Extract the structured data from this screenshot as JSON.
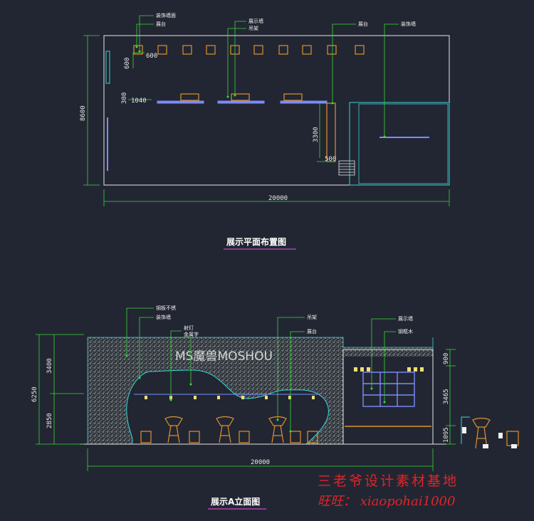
{
  "plan": {
    "title": "展示平面布置图",
    "labels": {
      "l1": "装饰墙面",
      "l2": "展台",
      "l3": "展示墙",
      "l4": "吊架",
      "l5": "展台",
      "l6": "装饰墙"
    },
    "dims": {
      "d600a": "600",
      "d600b": "600",
      "d300": "300",
      "d1040": "1040",
      "d8600": "8600",
      "d3300": "3300",
      "d500": "500",
      "d20000": "20000"
    }
  },
  "elevation": {
    "title": "展示A立面图",
    "brand_text": "MS魔兽MOSHOU",
    "labels": {
      "e1": "钢板不锈",
      "e2": "装饰墙",
      "e3": "射灯",
      "e4": "金属字",
      "e5": "吊架",
      "e6": "展台",
      "e7": "展示墙",
      "e8": "钢框木"
    },
    "dims": {
      "d6250": "6250",
      "d3400": "3400",
      "d2850": "2850",
      "d900": "900",
      "d3465": "3465",
      "d1095": "1095",
      "d20000": "20000"
    }
  },
  "watermark": {
    "line1": "三老爷设计素材基地",
    "line2": "旺旺： xiaopohai1000"
  },
  "colors": {
    "background": "#222632",
    "outline": "#e6e6e6",
    "dimension": "#38d838",
    "wall": "#3ad3d3",
    "furniture": "#e0902c",
    "title_underline": "#b040b0",
    "watermark": "#e0242a"
  }
}
